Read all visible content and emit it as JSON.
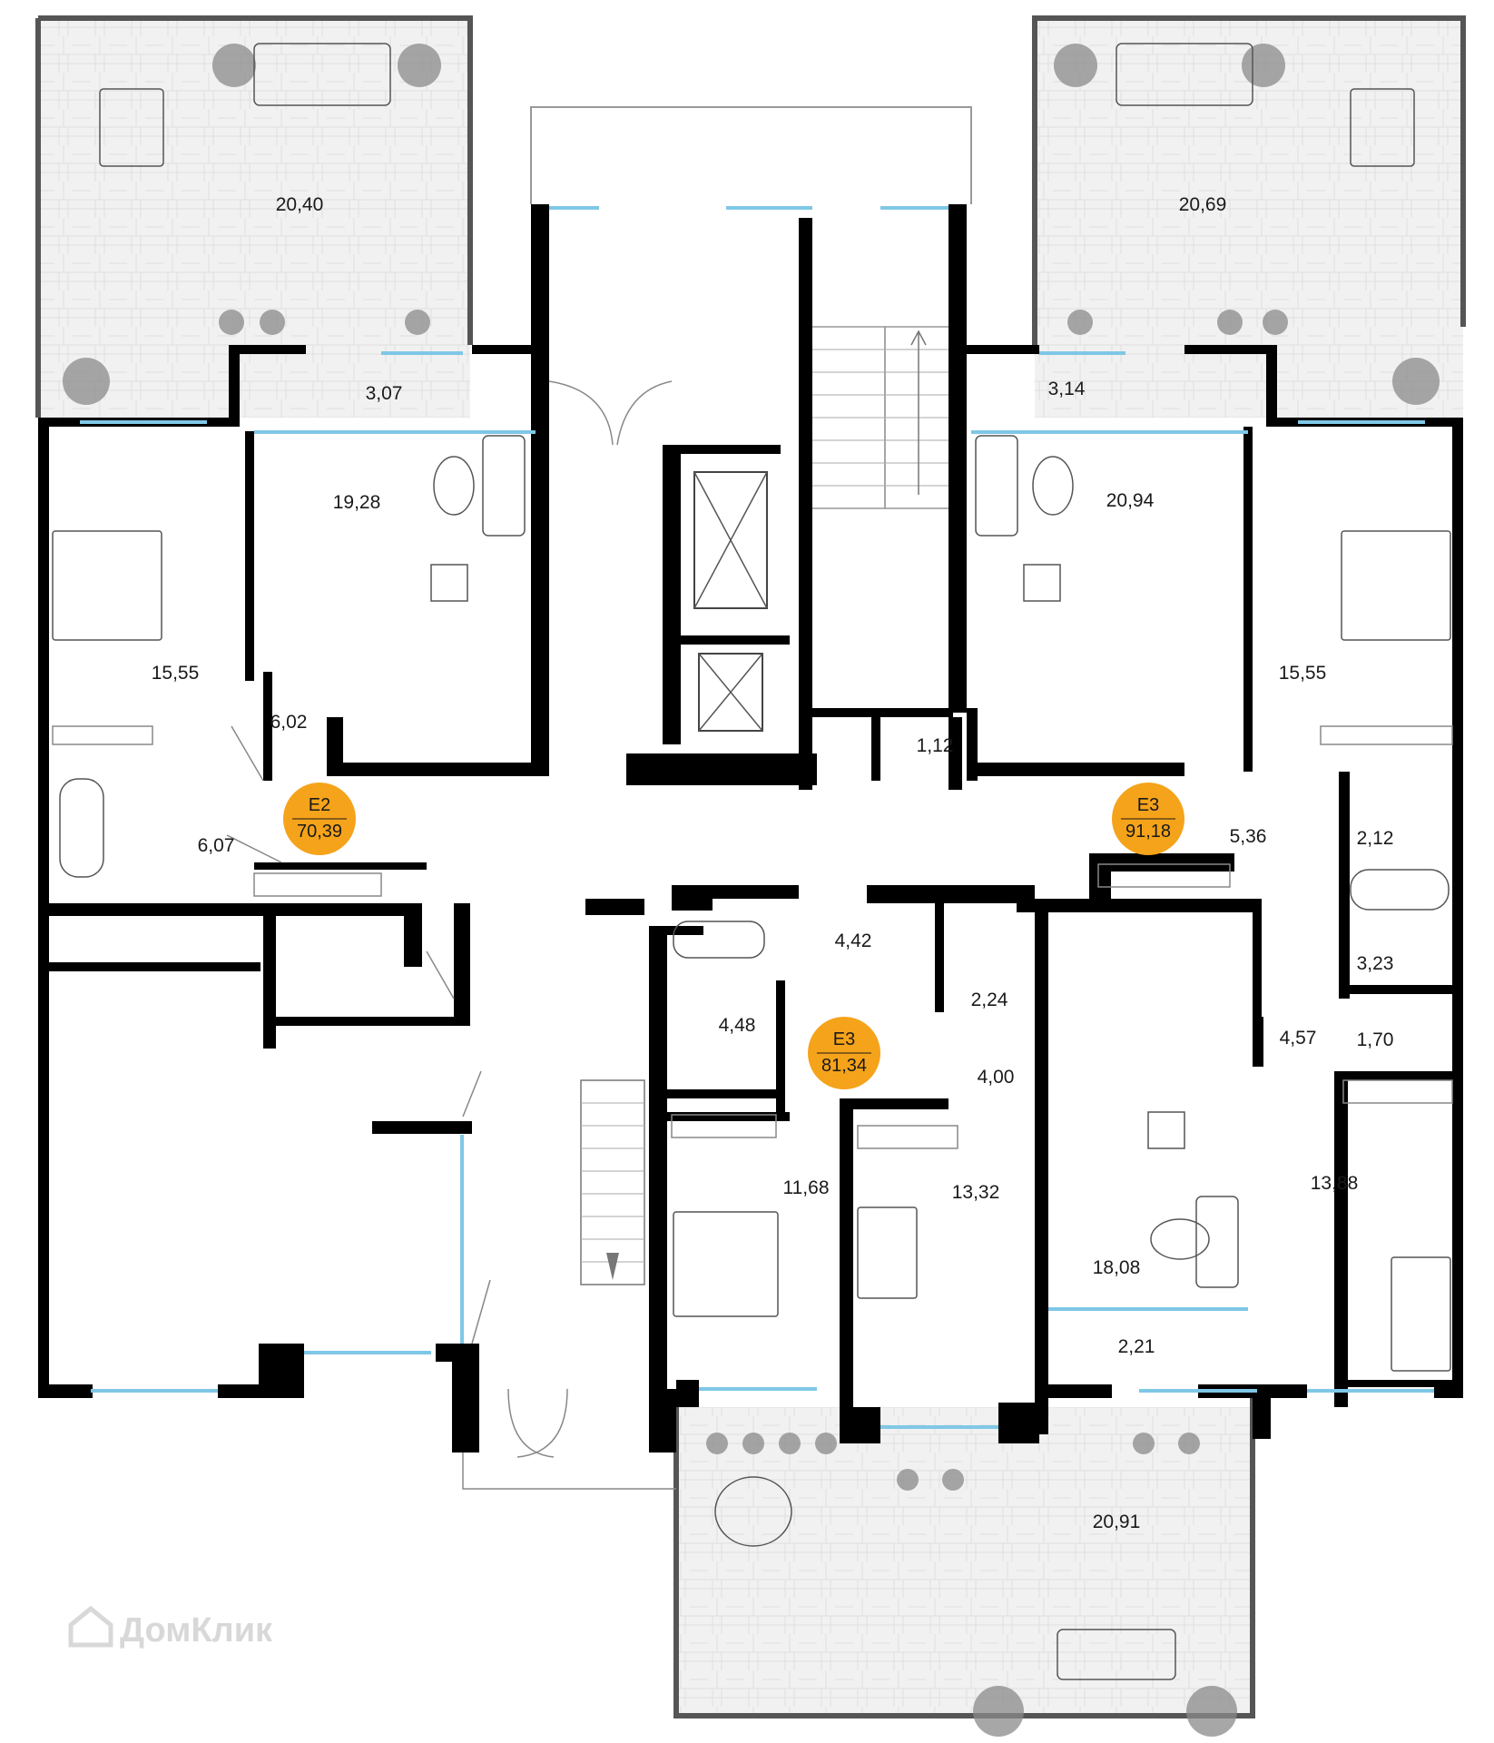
{
  "apartments": [
    {
      "code": "E2",
      "area": "70,39",
      "badge_color": "#f5a31a"
    },
    {
      "code": "E3",
      "area": "91,18",
      "badge_color": "#f5a31a"
    },
    {
      "code": "E3",
      "area": "81,34",
      "badge_color": "#f5a31a"
    }
  ],
  "rooms": {
    "terrace_top_left": "20,40",
    "terrace_top_right": "20,69",
    "terrace_bottom": "20,91",
    "balcony_left": "3,07",
    "balcony_right": "3,14",
    "living_left": "19,28",
    "living_right": "20,94",
    "bedroom_left": "15,55",
    "bedroom_right": "15,55",
    "hall_left": "6,02",
    "bath_left": "6,07",
    "storage_center": "1,12",
    "hall_right": "5,36",
    "wardrobe_right": "2,12",
    "bath_right": "3,23",
    "wc_right": "1,70",
    "hall_e3_bottom": "4,57",
    "hall_center": "4,42",
    "bath_center": "4,48",
    "wc_center": "2,24",
    "corridor_center": "4,00",
    "bedroom_center_left": "11,68",
    "bedroom_center_right": "13,32",
    "living_bottom": "18,08",
    "balcony_bottom": "2,21",
    "bedroom_bottom_right": "13,88"
  },
  "watermark": "ДомКлик",
  "colors": {
    "wall": "#000000",
    "window": "#7fc7e6",
    "terrace_fill": "#efefef",
    "badge": "#f5a31a",
    "greenery": "#7a7a7a"
  }
}
